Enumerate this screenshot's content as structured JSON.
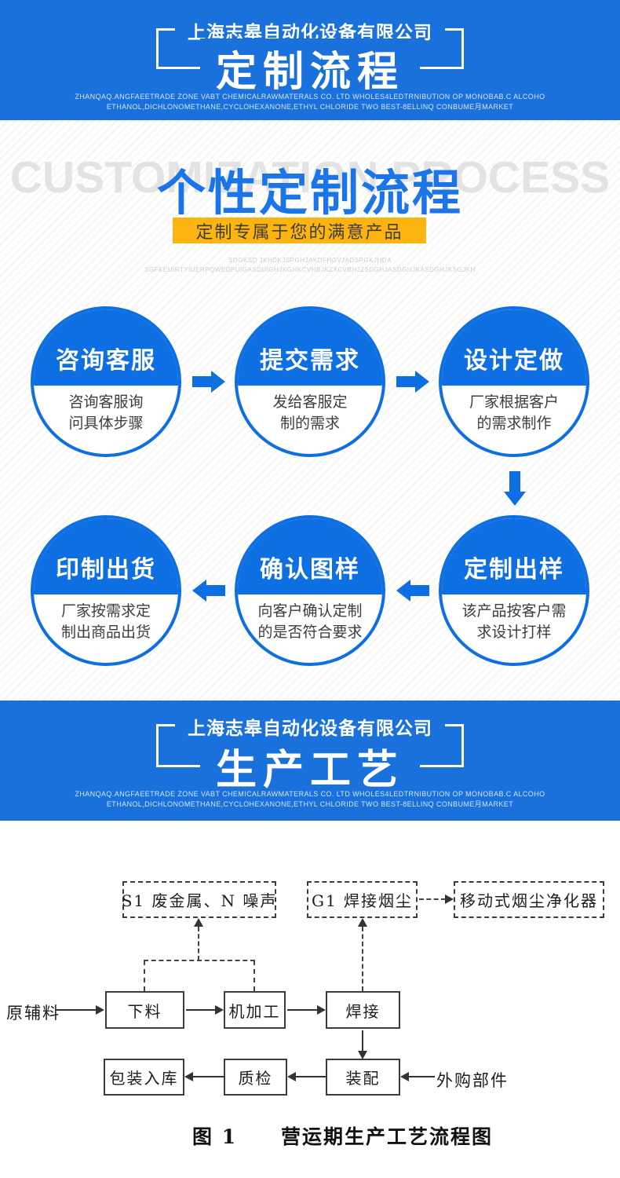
{
  "banner_customization": {
    "company": "上海志皋自动化设备有限公司",
    "title": "定制流程",
    "subtext_line1": "ZHANQAQ.ANGFAEETRADE ZONE VABT CHEMICALRAWMATERALS CO. LTD WHOLES4LEDTRNIBUTION OP MONOBAB.C ALCOHO",
    "subtext_line2": "ETHANOL,DICHLONOMETHANE,CYCLOHEXANONE,ETHYL CHLORIDE TWO BEST-8ELLINQ CONBUME月MARKET"
  },
  "customization_section": {
    "watermark": "CUSTOMIZATION PROCESS",
    "title": "个性定制流程",
    "tagline": "定制专属于您的满意产品",
    "fineprint_line1": "SDGKSD JKHDKJSPGHJAKDFHGVJADSPGKJHDA",
    "fineprint_line2": "SGFKEUIRTYIUERPQWEDPUIGASDUIGHJKGHKCVHBJKZXCVBHJZSDGHJASDGHJKASDGHJKSGJKH",
    "steps": [
      {
        "title": "咨询客服",
        "desc_line1": "咨询客服询",
        "desc_line2": "问具体步骤"
      },
      {
        "title": "提交需求",
        "desc_line1": "发给客服定",
        "desc_line2": "制的需求"
      },
      {
        "title": "设计定做",
        "desc_line1": "厂家根据客户",
        "desc_line2": "的需求制作"
      },
      {
        "title": "定制出样",
        "desc_line1": "该产品按客户需",
        "desc_line2": "求设计打样"
      },
      {
        "title": "确认图样",
        "desc_line1": "向客户确认定制",
        "desc_line2": "的是否符合要求"
      },
      {
        "title": "印制出货",
        "desc_line1": "厂家按需求定",
        "desc_line2": "制出商品出货"
      }
    ]
  },
  "banner_production": {
    "company": "上海志皋自动化设备有限公司",
    "title": "生产工艺",
    "subtext_line1": "ZHANQAQ.ANGFAEETRADE ZONE VABT CHEMICALRAWMATERALS CO. LTD WHOLES4LEDTRNIBUTION OP MONOBAB.C ALCOHO",
    "subtext_line2": "ETHANOL,DICHLONOMETHANE,CYCLOHEXANONE,ETHYL CHLORIDE TWO BEST-8ELLINQ CONBUME月MARKET"
  },
  "flowchart": {
    "node_waste": "S1 废金属、N 噪声",
    "node_fume": "G1 焊接烟尘",
    "node_purifier": "移动式烟尘净化器",
    "node_cutting": "下料",
    "node_machining": "机加工",
    "node_welding": "焊接",
    "node_assembly": "装配",
    "node_inspection": "质检",
    "node_packing": "包装入库",
    "label_raw_material": "原辅料",
    "label_purchased_parts": "外购部件",
    "caption_label": "图 1",
    "caption_title": "营运期生产工艺流程图"
  },
  "colors": {
    "banner_blue": "#1a71dc",
    "process_blue": "#0d6fe2",
    "title_blue": "#1b75e8",
    "accent_yellow": "#fcb410",
    "watermark_gray": "#e3e3e3"
  }
}
